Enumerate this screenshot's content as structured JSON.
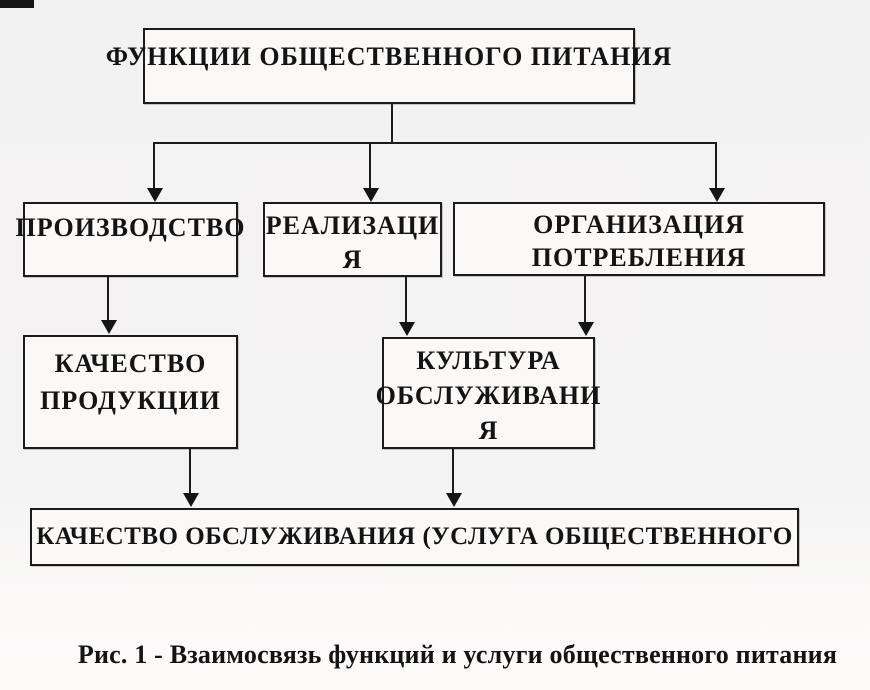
{
  "diagram": {
    "nodes": {
      "functions": {
        "lines": [
          "ФУНКЦИИ ОБЩЕСТВЕННОГО ПИТАНИЯ"
        ]
      },
      "production": {
        "lines": [
          "ПРОИЗВОДСТВО"
        ]
      },
      "realization": {
        "lines": [
          "РЕАЛИЗАЦИ",
          "Я"
        ]
      },
      "consumption_org": {
        "lines": [
          "ОРГАНИЗАЦИЯ",
          "ПОТРЕБЛЕНИЯ"
        ]
      },
      "product_quality": {
        "lines": [
          "КАЧЕСТВО",
          "ПРОДУКЦИИ"
        ]
      },
      "service_culture": {
        "lines": [
          "КУЛЬТУРА",
          "ОБСЛУЖИВАНИ",
          "Я"
        ]
      },
      "service_quality": {
        "lines": [
          "КАЧЕСТВО ОБСЛУЖИВАНИЯ (УСЛУГА ОБЩЕСТВЕННОГО"
        ]
      }
    },
    "caption": "Рис. 1 - Взаимосвязь функций и услуги общественного питания",
    "colors": {
      "line": "#1b1b1b",
      "text": "#141414",
      "box_background": "#faf9f8",
      "page_background": "#f3f2f2"
    }
  }
}
